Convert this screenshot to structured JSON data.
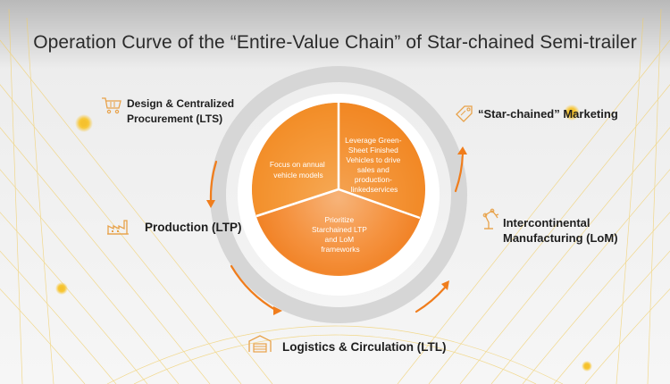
{
  "title": "Operation Curve of the “Entire-Value Chain” of Star-chained Semi-trailer",
  "colors": {
    "orange": "#f07d1c",
    "light_orange": "#f6a83c",
    "ring": "#d6d6d6",
    "arrow": "#f07d1c"
  },
  "stages": [
    {
      "key": "design",
      "label": "Design & Centralized Procurement (LTS)",
      "icon": "cart-icon"
    },
    {
      "key": "marketing",
      "label": "“Star-chained” Marketing",
      "icon": "price-tag-icon"
    },
    {
      "key": "production",
      "label": "Production (LTP)",
      "icon": "factory-icon"
    },
    {
      "key": "manufacturing",
      "label": "Intercontinental Manufacturing (LoM)",
      "icon": "robot-arm-icon"
    },
    {
      "key": "logistics",
      "label": "Logistics & Circulation (LTL)",
      "icon": "warehouse-icon"
    }
  ],
  "center_segments": [
    {
      "text": [
        "Focus on annual",
        "vehicle models"
      ]
    },
    {
      "text": [
        "Leverage Green-",
        "Sheet Finished",
        "Vehicles to drive",
        "sales and",
        "production-",
        "linkedservices"
      ]
    },
    {
      "text": [
        "Prioritize",
        "Starchained LTP",
        "and LoM",
        "frameworks"
      ]
    }
  ]
}
